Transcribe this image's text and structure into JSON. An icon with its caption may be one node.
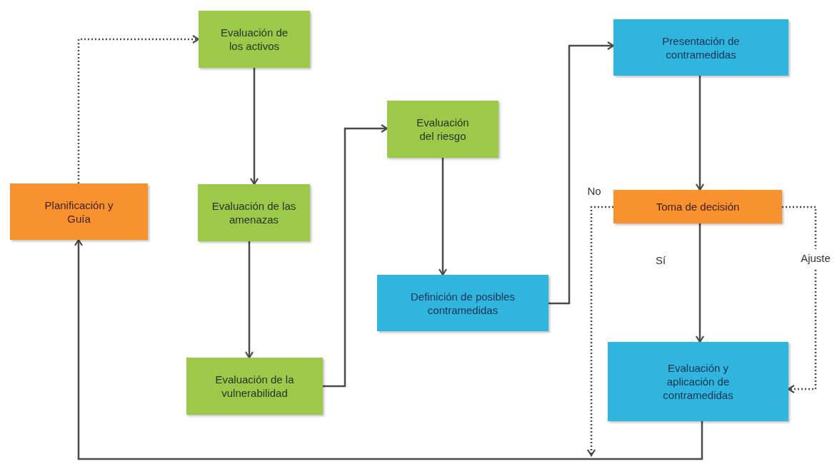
{
  "diagram": {
    "nodes": [
      {
        "text": [
          "Planificación y Guía"
        ]
      },
      {
        "text": [
          "Evaluación de los activos"
        ]
      },
      {
        "text": [
          "Evaluación de las amenazas"
        ]
      },
      {
        "text": [
          "Evaluación de la vulnerabilidad"
        ]
      },
      {
        "text": [
          "Evaluación del riesgo"
        ]
      },
      {
        "text": [
          "Definición de posibles contramedidas"
        ]
      },
      {
        "text": [
          "Presentación de contramedidas"
        ]
      },
      {
        "text": [
          "Toma de decisión"
        ]
      },
      {
        "text": [
          "Evaluación y aplicación de contramedidas"
        ]
      }
    ],
    "edges": [
      {
        "from": 0,
        "to": 1,
        "arrow": "to",
        "style": "dashed"
      },
      {
        "from": 1,
        "to": 2,
        "arrow": "to"
      },
      {
        "from": 2,
        "to": 3,
        "arrow": "to"
      },
      {
        "from": 3,
        "to": 4,
        "arrow": "to"
      },
      {
        "from": 4,
        "to": 5,
        "arrow": "to"
      },
      {
        "from": 5,
        "to": 6,
        "arrow": "to"
      },
      {
        "from": 6,
        "to": 7,
        "arrow": "to"
      },
      {
        "from": 7,
        "to": 8,
        "arrow": "to",
        "label": "Sí"
      },
      {
        "from": 7,
        "to": 8,
        "arrow": "to",
        "label": "Ajuste",
        "style": "dashed"
      },
      {
        "from": 7,
        "to": null,
        "arrow": "to",
        "label": "No",
        "style": "dashed"
      },
      {
        "from": 8,
        "to": 0,
        "arrow": "to"
      }
    ]
  }
}
